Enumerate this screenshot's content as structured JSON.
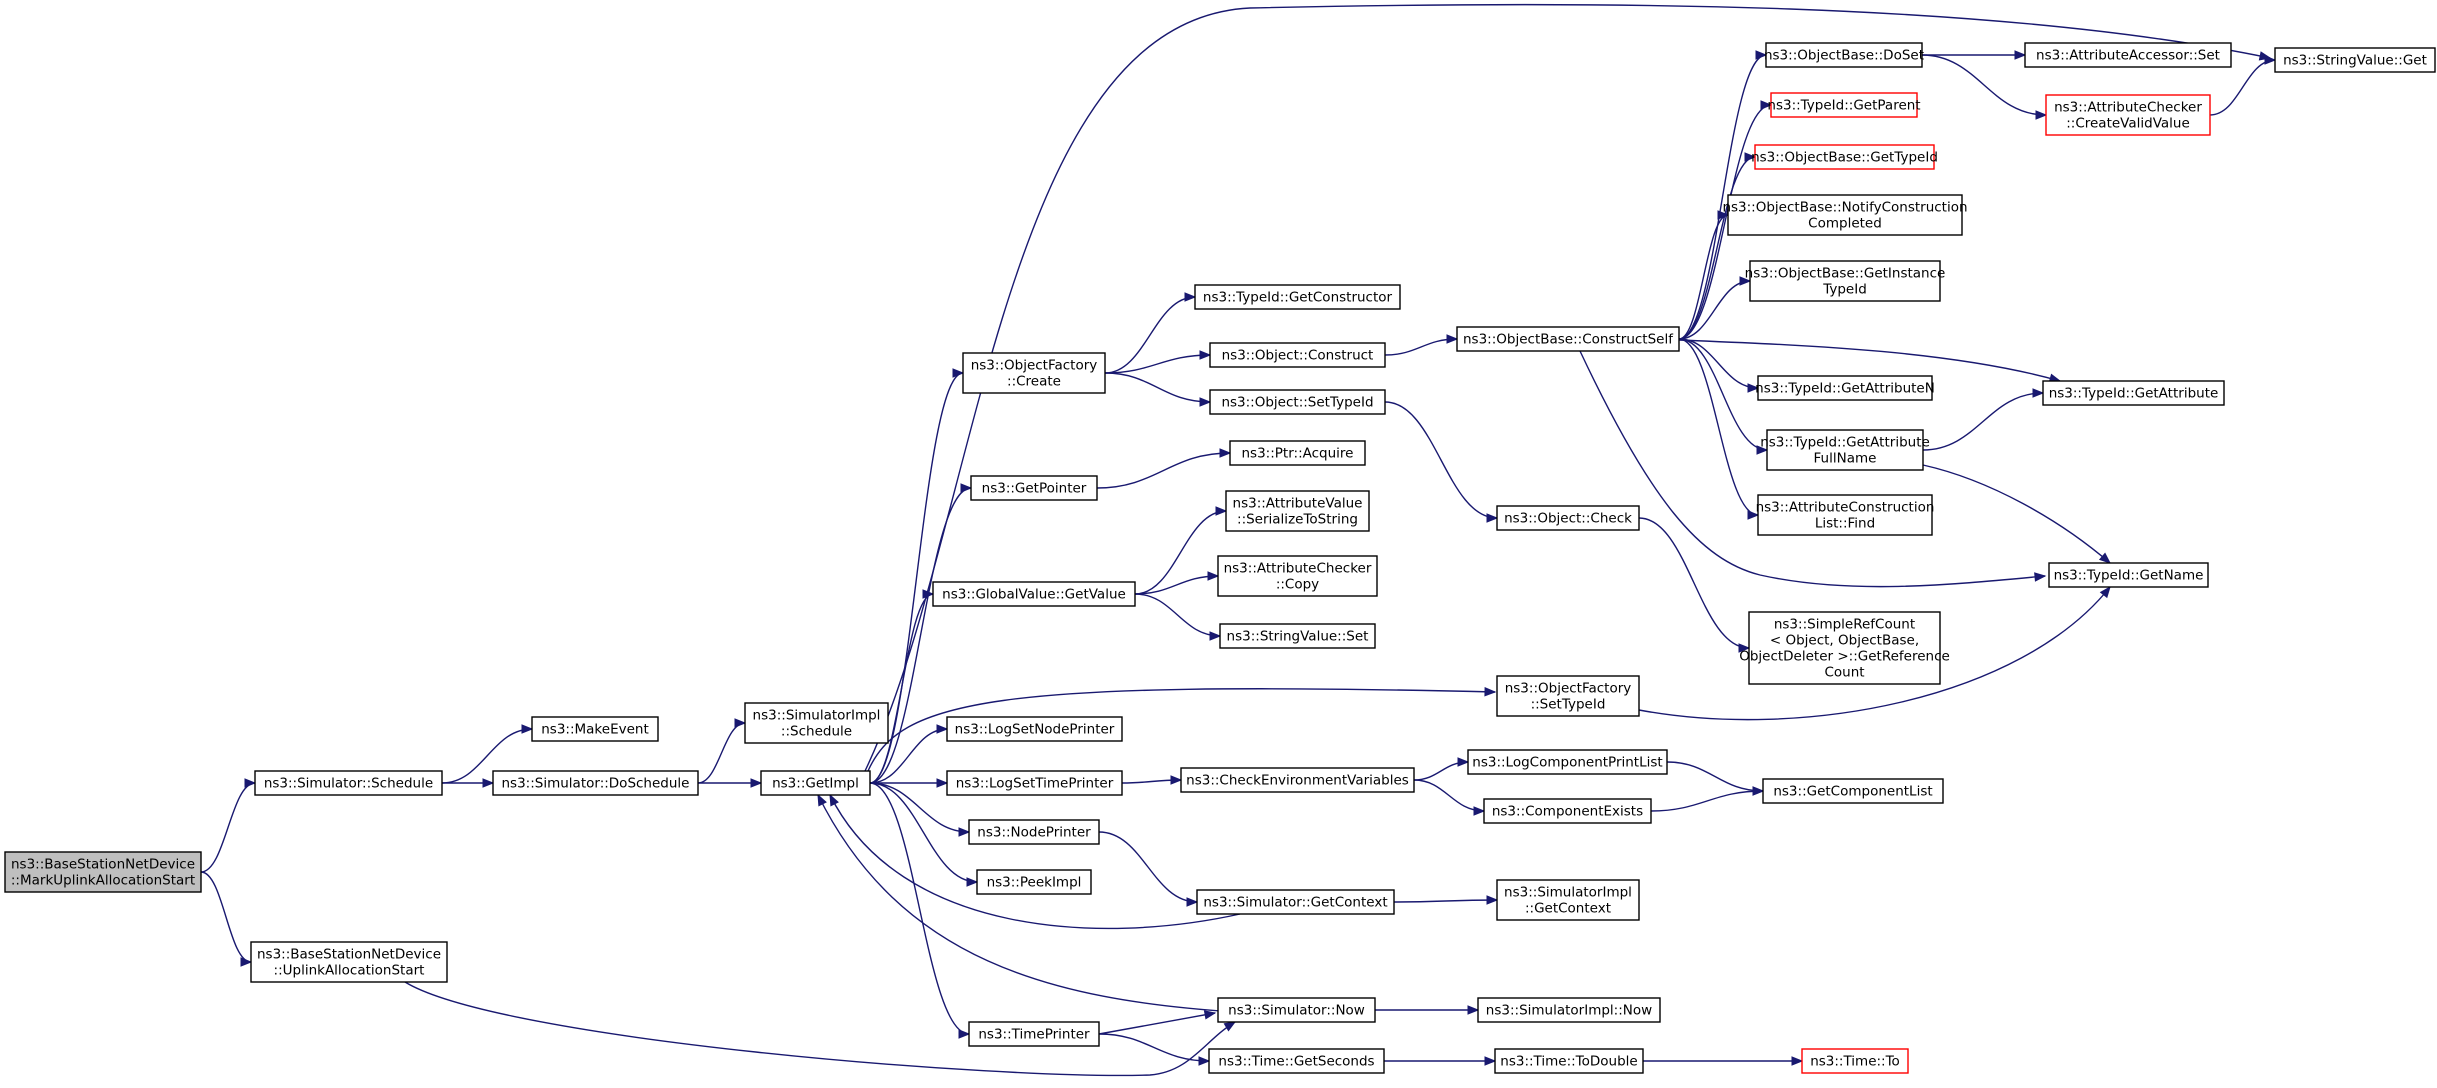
{
  "diagram": {
    "type": "call-graph",
    "colors": {
      "edge": "#191970",
      "node_border": "#000000",
      "undocumented_border": "#ff0000",
      "root_fill": "#bfbfbf"
    },
    "nodes": [
      {
        "id": "root",
        "lines": [
          "ns3::BaseStationNetDevice",
          "::MarkUplinkAllocationStart"
        ],
        "style": "root"
      },
      {
        "id": "sim_schedule",
        "lines": [
          "ns3::Simulator::Schedule"
        ]
      },
      {
        "id": "bsnd_uplink",
        "lines": [
          "ns3::BaseStationNetDevice",
          "::UplinkAllocationStart"
        ]
      },
      {
        "id": "make_event",
        "lines": [
          "ns3::MakeEvent"
        ]
      },
      {
        "id": "sim_doschedule",
        "lines": [
          "ns3::Simulator::DoSchedule"
        ]
      },
      {
        "id": "simimpl_schedule",
        "lines": [
          "ns3::SimulatorImpl",
          "::Schedule"
        ]
      },
      {
        "id": "get_impl",
        "lines": [
          "ns3::GetImpl"
        ]
      },
      {
        "id": "objfactory_create",
        "lines": [
          "ns3::ObjectFactory",
          "::Create"
        ]
      },
      {
        "id": "get_pointer",
        "lines": [
          "ns3::GetPointer"
        ]
      },
      {
        "id": "globalvalue_getvalue",
        "lines": [
          "ns3::GlobalValue::GetValue"
        ]
      },
      {
        "id": "log_set_node_printer",
        "lines": [
          "ns3::LogSetNodePrinter"
        ]
      },
      {
        "id": "log_set_time_printer",
        "lines": [
          "ns3::LogSetTimePrinter"
        ]
      },
      {
        "id": "node_printer",
        "lines": [
          "ns3::NodePrinter"
        ]
      },
      {
        "id": "peek_impl",
        "lines": [
          "ns3::PeekImpl"
        ]
      },
      {
        "id": "time_printer",
        "lines": [
          "ns3::TimePrinter"
        ]
      },
      {
        "id": "typeid_getconstructor",
        "lines": [
          "ns3::TypeId::GetConstructor"
        ]
      },
      {
        "id": "object_construct",
        "lines": [
          "ns3::Object::Construct"
        ]
      },
      {
        "id": "object_settypeid",
        "lines": [
          "ns3::Object::SetTypeId"
        ]
      },
      {
        "id": "ptr_acquire",
        "lines": [
          "ns3::Ptr::Acquire"
        ]
      },
      {
        "id": "attrvalue_serialize",
        "lines": [
          "ns3::AttributeValue",
          "::SerializeToString"
        ]
      },
      {
        "id": "attrchecker_copy",
        "lines": [
          "ns3::AttributeChecker",
          "::Copy"
        ]
      },
      {
        "id": "stringvalue_set",
        "lines": [
          "ns3::StringValue::Set"
        ]
      },
      {
        "id": "check_env_vars",
        "lines": [
          "ns3::CheckEnvironmentVariables"
        ]
      },
      {
        "id": "sim_getcontext",
        "lines": [
          "ns3::Simulator::GetContext"
        ]
      },
      {
        "id": "sim_now",
        "lines": [
          "ns3::Simulator::Now"
        ]
      },
      {
        "id": "time_getseconds",
        "lines": [
          "ns3::Time::GetSeconds"
        ]
      },
      {
        "id": "objbase_constructself",
        "lines": [
          "ns3::ObjectBase::ConstructSelf"
        ]
      },
      {
        "id": "object_check",
        "lines": [
          "ns3::Object::Check"
        ]
      },
      {
        "id": "objfactory_settypeid",
        "lines": [
          "ns3::ObjectFactory",
          "::SetTypeId"
        ]
      },
      {
        "id": "log_component_print_list",
        "lines": [
          "ns3::LogComponentPrintList"
        ]
      },
      {
        "id": "component_exists",
        "lines": [
          "ns3::ComponentExists"
        ]
      },
      {
        "id": "simimpl_getcontext",
        "lines": [
          "ns3::SimulatorImpl",
          "::GetContext"
        ]
      },
      {
        "id": "simimpl_now",
        "lines": [
          "ns3::SimulatorImpl::Now"
        ]
      },
      {
        "id": "time_todouble",
        "lines": [
          "ns3::Time::ToDouble"
        ]
      },
      {
        "id": "objbase_doset",
        "lines": [
          "ns3::ObjectBase::DoSet"
        ]
      },
      {
        "id": "typeid_getparent",
        "lines": [
          "ns3::TypeId::GetParent"
        ],
        "style": "missing"
      },
      {
        "id": "objbase_gettypeid",
        "lines": [
          "ns3::ObjectBase::GetTypeId"
        ],
        "style": "missing"
      },
      {
        "id": "objbase_notify",
        "lines": [
          "ns3::ObjectBase::NotifyConstruction",
          "Completed"
        ]
      },
      {
        "id": "objbase_getinstancetypeid",
        "lines": [
          "ns3::ObjectBase::GetInstance",
          "TypeId"
        ]
      },
      {
        "id": "typeid_getattributen",
        "lines": [
          "ns3::TypeId::GetAttributeN"
        ]
      },
      {
        "id": "typeid_getattrfullname",
        "lines": [
          "ns3::TypeId::GetAttribute",
          "FullName"
        ]
      },
      {
        "id": "attrconstruction_find",
        "lines": [
          "ns3::AttributeConstruction",
          "List::Find"
        ]
      },
      {
        "id": "simplerefcount",
        "lines": [
          "ns3::SimpleRefCount",
          "< Object, ObjectBase,",
          "ObjectDeleter >::GetReference",
          "Count"
        ]
      },
      {
        "id": "get_component_list",
        "lines": [
          "ns3::GetComponentList"
        ]
      },
      {
        "id": "time_to",
        "lines": [
          "ns3::Time::To"
        ],
        "style": "missing"
      },
      {
        "id": "attraccessor_set",
        "lines": [
          "ns3::AttributeAccessor::Set"
        ]
      },
      {
        "id": "attrchecker_createvalid",
        "lines": [
          "ns3::AttributeChecker",
          "::CreateValidValue"
        ],
        "style": "missing"
      },
      {
        "id": "stringvalue_get",
        "lines": [
          "ns3::StringValue::Get"
        ]
      },
      {
        "id": "typeid_getattribute",
        "lines": [
          "ns3::TypeId::GetAttribute"
        ]
      },
      {
        "id": "typeid_getname",
        "lines": [
          "ns3::TypeId::GetName"
        ]
      }
    ],
    "edges": [
      [
        "root",
        "sim_schedule"
      ],
      [
        "root",
        "bsnd_uplink"
      ],
      [
        "sim_schedule",
        "make_event"
      ],
      [
        "sim_schedule",
        "sim_doschedule"
      ],
      [
        "bsnd_uplink",
        "sim_now"
      ],
      [
        "sim_doschedule",
        "simimpl_schedule"
      ],
      [
        "sim_doschedule",
        "get_impl"
      ],
      [
        "get_impl",
        "objfactory_create"
      ],
      [
        "get_impl",
        "get_pointer"
      ],
      [
        "get_impl",
        "globalvalue_getvalue"
      ],
      [
        "get_impl",
        "log_set_node_printer"
      ],
      [
        "get_impl",
        "log_set_time_printer"
      ],
      [
        "get_impl",
        "node_printer"
      ],
      [
        "get_impl",
        "peek_impl"
      ],
      [
        "get_impl",
        "time_printer"
      ],
      [
        "get_impl",
        "stringvalue_get"
      ],
      [
        "get_impl",
        "objfactory_settypeid"
      ],
      [
        "objfactory_create",
        "typeid_getconstructor"
      ],
      [
        "objfactory_create",
        "object_construct"
      ],
      [
        "objfactory_create",
        "object_settypeid"
      ],
      [
        "object_construct",
        "objbase_constructself"
      ],
      [
        "object_settypeid",
        "object_check"
      ],
      [
        "get_pointer",
        "ptr_acquire"
      ],
      [
        "globalvalue_getvalue",
        "attrvalue_serialize"
      ],
      [
        "globalvalue_getvalue",
        "attrchecker_copy"
      ],
      [
        "globalvalue_getvalue",
        "stringvalue_set"
      ],
      [
        "log_set_time_printer",
        "check_env_vars"
      ],
      [
        "check_env_vars",
        "log_component_print_list"
      ],
      [
        "check_env_vars",
        "component_exists"
      ],
      [
        "log_component_print_list",
        "get_component_list"
      ],
      [
        "component_exists",
        "get_component_list"
      ],
      [
        "node_printer",
        "sim_getcontext"
      ],
      [
        "sim_getcontext",
        "simimpl_getcontext"
      ],
      [
        "sim_getcontext",
        "get_impl"
      ],
      [
        "time_printer",
        "sim_now"
      ],
      [
        "time_printer",
        "time_getseconds"
      ],
      [
        "sim_now",
        "simimpl_now"
      ],
      [
        "sim_now",
        "get_impl"
      ],
      [
        "time_getseconds",
        "time_todouble"
      ],
      [
        "time_todouble",
        "time_to"
      ],
      [
        "objbase_constructself",
        "objbase_doset"
      ],
      [
        "objbase_constructself",
        "typeid_getparent"
      ],
      [
        "objbase_constructself",
        "objbase_gettypeid"
      ],
      [
        "objbase_constructself",
        "objbase_notify"
      ],
      [
        "objbase_constructself",
        "objbase_getinstancetypeid"
      ],
      [
        "objbase_constructself",
        "typeid_getattributen"
      ],
      [
        "objbase_constructself",
        "typeid_getattrfullname"
      ],
      [
        "objbase_constructself",
        "attrconstruction_find"
      ],
      [
        "objbase_constructself",
        "typeid_getattribute"
      ],
      [
        "objbase_constructself",
        "typeid_getname"
      ],
      [
        "object_check",
        "simplerefcount"
      ],
      [
        "objbase_doset",
        "attraccessor_set"
      ],
      [
        "objbase_doset",
        "attrchecker_createvalid"
      ],
      [
        "attrchecker_createvalid",
        "stringvalue_get"
      ],
      [
        "typeid_getattrfullname",
        "typeid_getattribute"
      ],
      [
        "typeid_getattrfullname",
        "typeid_getname"
      ],
      [
        "objfactory_settypeid",
        "typeid_getname"
      ]
    ]
  }
}
